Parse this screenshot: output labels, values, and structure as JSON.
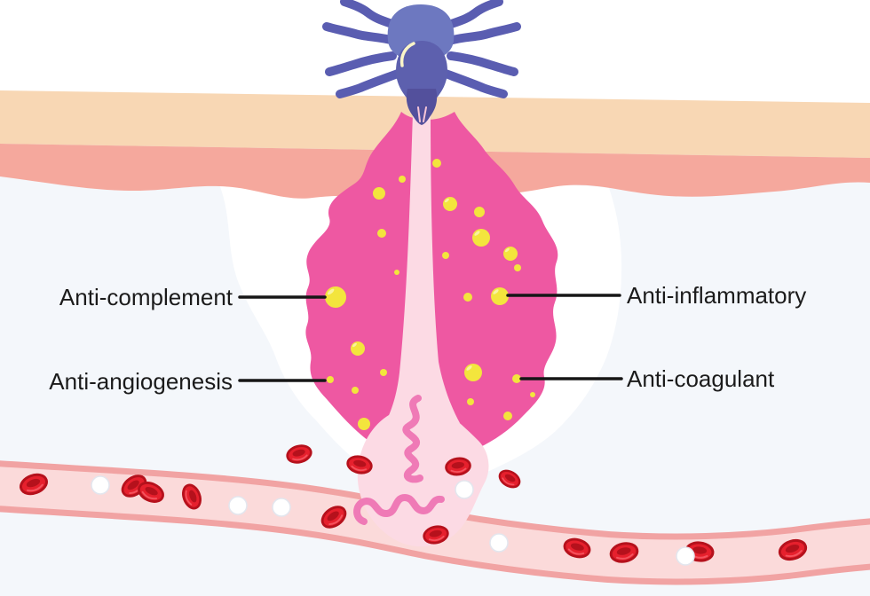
{
  "diagram": {
    "labels": {
      "left_top": "Anti-complement",
      "left_bottom": "Anti-angiogenesis",
      "right_top": "Anti-inflammatory",
      "right_bottom": "Anti-coagulant"
    },
    "palette": {
      "background_lower": "#f4f7fb",
      "background_upper": "#ffffff",
      "epidermis": "#f8d7b4",
      "dermis": "#f5a89d",
      "lesion_pink": "#ee58a2",
      "saliva_yellow": "#f3e53d",
      "saliva_highlight": "#f9f3a0",
      "feeding_channel": "#fcdae4",
      "vessel_border": "#f1a3a3",
      "vessel_interior": "#fbdada",
      "red_blood_cell": "#e6202d",
      "red_blood_cell_outline": "#b5111c",
      "white_blood_cell": "#ffffff",
      "tick_body_light": "#6d78c0",
      "tick_body_dark": "#5d60ae",
      "tick_legs": "#5a5db1",
      "squiggle_pink": "#ef7ab6",
      "label_line": "#161616",
      "label_text": "#1b1b1b"
    }
  }
}
